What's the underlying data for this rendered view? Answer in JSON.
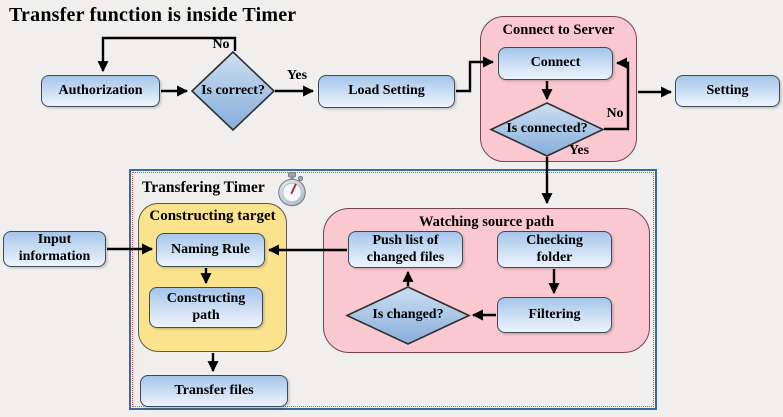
{
  "title": "Transfer function is inside Timer",
  "containers": {
    "transfering_timer": {
      "label": "Transfering Timer"
    },
    "connect_to_server": {
      "label": "Connect to Server"
    },
    "watching_source_path": {
      "label": "Watching source path"
    },
    "constructing_target": {
      "label": "Constructing target"
    }
  },
  "nodes": {
    "authorization": {
      "label": "Authorization"
    },
    "is_correct": {
      "label": "Is correct?"
    },
    "load_setting": {
      "label": "Load Setting"
    },
    "connect": {
      "label": "Connect"
    },
    "is_connected": {
      "label": "Is connected?"
    },
    "setting": {
      "label": "Setting"
    },
    "input_information": {
      "label": "Input information"
    },
    "naming_rule": {
      "label": "Naming Rule"
    },
    "constructing_path": {
      "label": "Constructing path"
    },
    "transfer_files": {
      "label": "Transfer files"
    },
    "push_list": {
      "label": "Push list of changed files"
    },
    "checking_folder": {
      "label": "Checking folder"
    },
    "filtering": {
      "label": "Filtering"
    },
    "is_changed": {
      "label": "Is changed?"
    }
  },
  "edge_labels": {
    "is_correct_no": "No",
    "is_correct_yes": "Yes",
    "is_connected_no": "No",
    "is_connected_yes": "Yes"
  },
  "icons": {
    "timer": "stopwatch-icon"
  },
  "colors": {
    "background": "#f0efee",
    "node_fill_top": "#a4c5e9",
    "node_fill_bottom": "#edf4fd",
    "diamond_fill_top": "#cddff2",
    "diamond_fill_bottom": "#86aeda",
    "pink_container": "#f9c8d0",
    "pink_border": "#74454e",
    "yellow_container": "#fbe28c",
    "outer_border_blue": "#3a6a9b",
    "inner_border_red": "#e25555",
    "arrow": "#000000"
  }
}
